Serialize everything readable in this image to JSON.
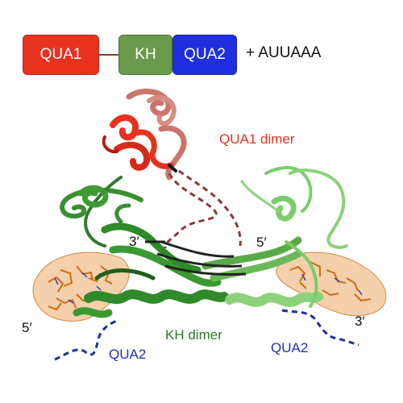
{
  "domain_bar": {
    "qua1": "QUA1",
    "kh": "KH",
    "qua2": "QUA2",
    "rna": "+  AUUAAA"
  },
  "labels": {
    "qua1_dimer": "QUA1 dimer",
    "kh_dimer": "KH dimer",
    "qua2_left": "QUA2",
    "qua2_right": "QUA2",
    "end3_top": "3′",
    "end5_top": "5′",
    "end5_bottom": "5′",
    "end3_bottom": "3′"
  },
  "colors": {
    "qua1": "#e8321e",
    "qua1_light": "#c9766d",
    "kh": "#6a9a4c",
    "kh_dark": "#2f8a2a",
    "kh_light": "#7ccc6c",
    "qua2": "#1f2fe0",
    "linker": "#8b3a3a",
    "rna": "#e08a2a",
    "qua1_label": "#e8321e",
    "kh_label": "#2a7a2a",
    "qua2_label": "#1f2fc0"
  }
}
